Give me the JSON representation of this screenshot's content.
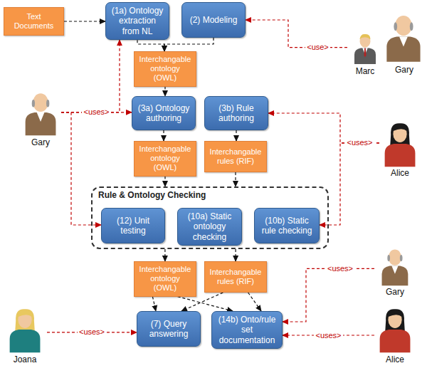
{
  "diagram": {
    "nodes": [
      {
        "text": [
          "Text Documents"
        ]
      },
      {
        "text": [
          "(1a) Ontology extraction from NL"
        ]
      },
      {
        "text": [
          "(2) Modeling"
        ]
      },
      {
        "text": [
          "Marc"
        ]
      },
      {
        "text": [
          "Gary"
        ]
      },
      {
        "text": [
          "Interchangable ontology (OWL)"
        ]
      },
      {
        "text": [
          "Gary"
        ]
      },
      {
        "text": [
          "(3a) Ontology authoring"
        ]
      },
      {
        "text": [
          "(3b) Rule authoring"
        ]
      },
      {
        "text": [
          "Alice"
        ]
      },
      {
        "text": [
          "Interchangable ontology (OWL)"
        ]
      },
      {
        "text": [
          "Interchangable rules (RIF)"
        ]
      },
      {
        "text": [
          "Rule & Ontology Checking"
        ]
      },
      {
        "text": [
          "(12) Unit testing"
        ],
        "in": 12
      },
      {
        "text": [
          "(10a) Static ontology checking"
        ],
        "in": 12
      },
      {
        "text": [
          "(10b) Static rule checking"
        ],
        "in": 12
      },
      {
        "text": [
          "Interchangable ontology (OWL)"
        ]
      },
      {
        "text": [
          "Interchangable rules (RIF)"
        ]
      },
      {
        "text": [
          "Gary"
        ]
      },
      {
        "text": [
          "(7) Query answering"
        ]
      },
      {
        "text": [
          "(14b) Onto/rule set documentation"
        ]
      },
      {
        "text": [
          "Alice"
        ]
      },
      {
        "text": [
          "Joana"
        ]
      }
    ],
    "edges": [
      {
        "from": 0,
        "to": 1,
        "arrow": "to"
      },
      {
        "from": 1,
        "to": 5,
        "arrow": "to"
      },
      {
        "from": 2,
        "to": 5,
        "arrow": "to"
      },
      {
        "from": 3,
        "to": 2,
        "label": "<use>",
        "arrow": "to"
      },
      {
        "from": 5,
        "to": 7,
        "arrow": "to"
      },
      {
        "from": 6,
        "to": 7,
        "label": "<uses>",
        "arrow": "to"
      },
      {
        "from": 6,
        "to": 1,
        "arrow": "to"
      },
      {
        "from": 6,
        "to": 13,
        "arrow": "to"
      },
      {
        "from": 7,
        "to": 10,
        "arrow": "to"
      },
      {
        "from": 8,
        "to": 11,
        "arrow": "to"
      },
      {
        "from": 9,
        "to": 8,
        "label": "<uses>",
        "arrow": "to"
      },
      {
        "from": 9,
        "to": 15,
        "arrow": "to"
      },
      {
        "from": 10,
        "to": 12,
        "arrow": "to"
      },
      {
        "from": 11,
        "to": 12,
        "arrow": "to"
      },
      {
        "from": 12,
        "to": 16,
        "arrow": "to"
      },
      {
        "from": 12,
        "to": 17,
        "arrow": "to"
      },
      {
        "from": 16,
        "to": 19,
        "arrow": "to"
      },
      {
        "from": 16,
        "to": 20,
        "arrow": "to"
      },
      {
        "from": 17,
        "to": 19,
        "arrow": "to"
      },
      {
        "from": 17,
        "to": 20,
        "arrow": "to"
      },
      {
        "from": 18,
        "to": 20,
        "label": "<uses>",
        "arrow": "to"
      },
      {
        "from": 21,
        "to": 20,
        "label": "<uses>",
        "arrow": "to"
      },
      {
        "from": 22,
        "to": 19,
        "label": "<uses>",
        "arrow": "to"
      }
    ]
  }
}
